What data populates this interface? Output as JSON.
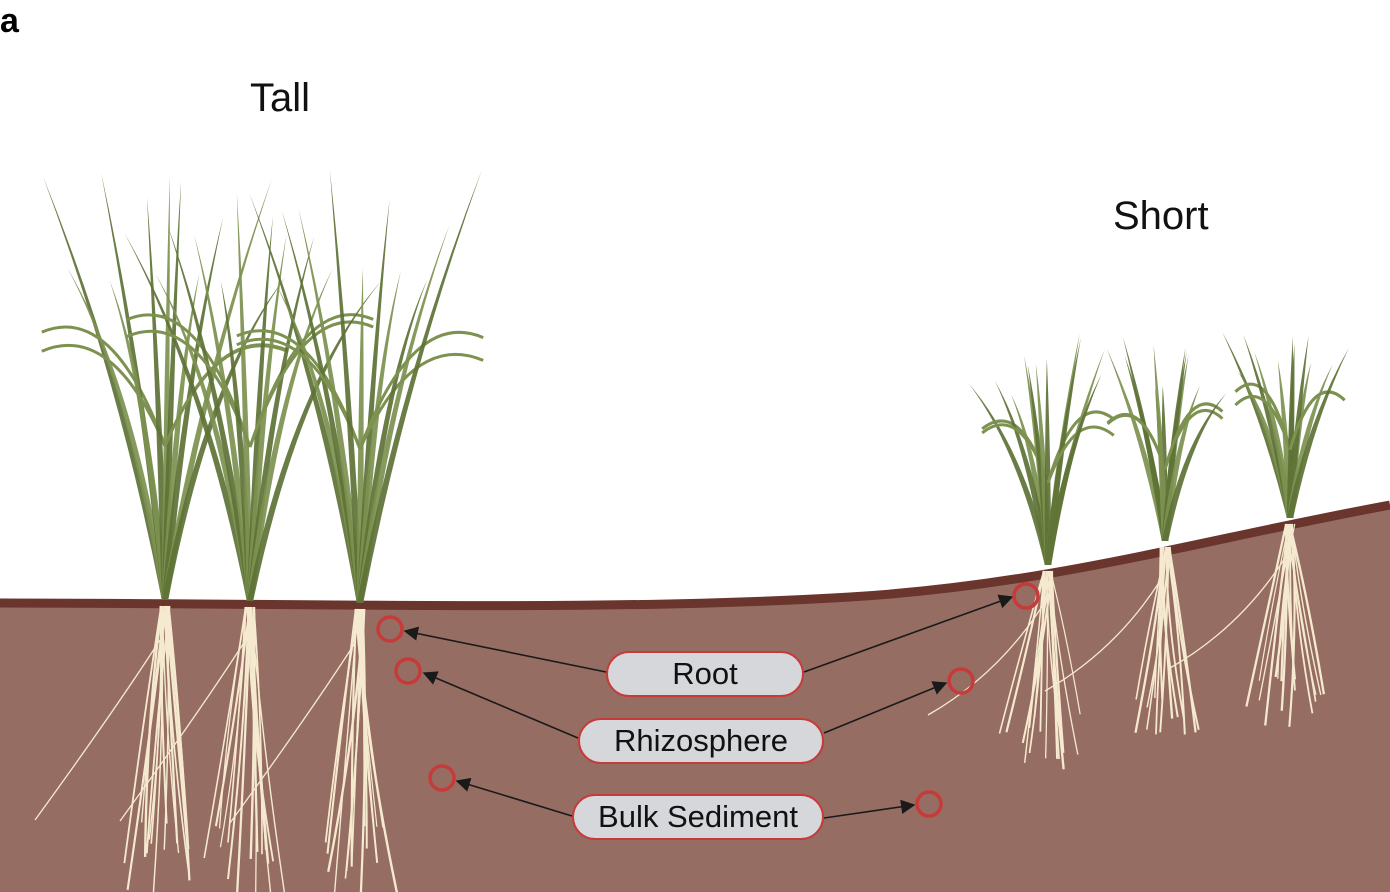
{
  "panel_label": "a",
  "groups": {
    "tall": "Tall",
    "short": "Short"
  },
  "sample_types": {
    "root": "Root",
    "rhizosphere": "Rhizosphere",
    "bulk": "Bulk Sediment"
  },
  "colors": {
    "sediment": "#966d62",
    "sediment_surface": "#6a352d",
    "marker": "#c73a3a",
    "pill_fill": "#d5d7da",
    "leaf": "#7d9150",
    "leaf_dark": "#5e7236",
    "root": "#f5ead0"
  }
}
